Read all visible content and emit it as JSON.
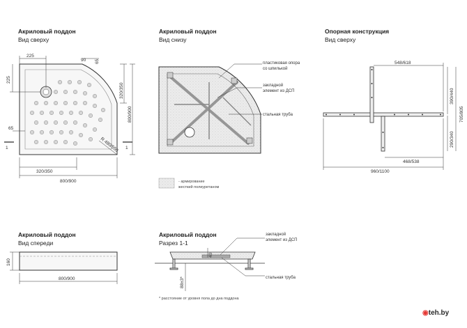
{
  "panels": {
    "top_view": {
      "title": "Акриловый поддон",
      "subtitle": "Вид сверху",
      "dims": {
        "d225_h": "225",
        "d225_v": "225",
        "d90": "90",
        "d65_top": "65",
        "d65_left": "65",
        "w_320_350": "320/350",
        "h_320_350": "320/350",
        "h_800_900": "800/900",
        "w_800_900": "800/900",
        "radius": "R 480/550",
        "section": "1"
      }
    },
    "bottom_view": {
      "title": "Акриловый поддон",
      "subtitle": "Вид снизу",
      "callouts": [
        "пластиковая опора",
        "со шпилькой",
        "закладной",
        "элемент из ДСП",
        "стальная труба"
      ],
      "legend": [
        "- армирование",
        "жесткий полиуретаном"
      ]
    },
    "support_view": {
      "title": "Опорная конструкция",
      "subtitle": "Вид сверху",
      "dims": {
        "top": "548/618",
        "right_upper": "390/440",
        "right_total": "705/805",
        "right_lower": "290/340",
        "bottom_inner": "468/538",
        "bottom_total": "960/1100"
      }
    },
    "front_view": {
      "title": "Акриловый поддон",
      "subtitle": "Вид спереди",
      "dims": {
        "height": "160",
        "width": "800/900"
      }
    },
    "section_view": {
      "title": "Акриловый поддон",
      "subtitle": "Разрез 1-1",
      "callouts": [
        "закладной",
        "элемент из ДСП",
        "стальная труба"
      ],
      "dims": {
        "h40": "40",
        "h88": "88±3*"
      },
      "footnote": "* расстояние от уровня пола до дна поддона"
    }
  },
  "brand": "teh.by",
  "colors": {
    "line": "#333333",
    "fill": "#f4f4f4",
    "foam": "#e6e6e6"
  }
}
